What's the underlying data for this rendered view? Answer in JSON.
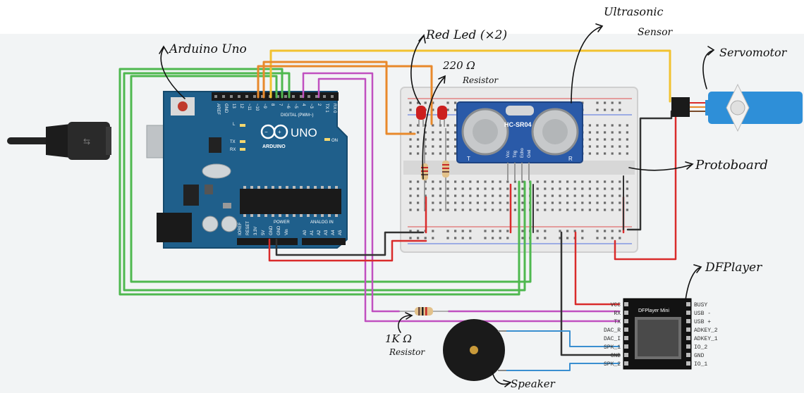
{
  "labels": {
    "arduino": "Arduino Uno",
    "red_led": "Red Led (×2)",
    "resistor_220_value": "220 Ω",
    "resistor_220_word": "Resistor",
    "ultrasonic_line1": "Ultrasonic",
    "ultrasonic_line2": "Sensor",
    "servomotor": "Servomotor",
    "protoboard": "Protoboard",
    "dfplayer": "DFPlayer",
    "resistor_1k_value": "1K Ω",
    "resistor_1k_word": "Resistor",
    "speaker": "Speaker"
  },
  "arduino_board": {
    "brand": "ARDUINO",
    "model": "UNO",
    "digital_header": "DIGITAL (PWM~)",
    "power_header": "POWER",
    "analog_header": "ANALOG IN",
    "tx": "TX",
    "rx": "RX",
    "on": "ON",
    "l": "L",
    "digital_pins": [
      "AREF",
      "GND",
      "13",
      "12",
      "~11",
      "~10",
      "~9",
      "8",
      "7",
      "~6",
      "~5",
      "4",
      "~3",
      "2",
      "TX 1",
      "RX 0"
    ],
    "power_pins": [
      "IOREF",
      "RESET",
      "3.3V",
      "5V",
      "GND",
      "GND",
      "Vin"
    ],
    "analog_pins": [
      "A0",
      "A1",
      "A2",
      "A3",
      "A4",
      "A5"
    ]
  },
  "ultrasonic_module": {
    "model": "HC-SR04",
    "left_mark": "T",
    "right_mark": "R",
    "pins": [
      "Vcc",
      "Trig",
      "Echo",
      "Gnd"
    ]
  },
  "dfplayer_module": {
    "title": "DFPlayer Mini",
    "left_pins": [
      "VCC",
      "RX",
      "TX",
      "DAC_R",
      "DAC_I",
      "SPK_1",
      "GND",
      "SPK_2"
    ],
    "right_pins": [
      "BUSY",
      "USB -",
      "USB +",
      "ADKEY_2",
      "ADKEY_1",
      "IO_2",
      "GND",
      "IO_1"
    ]
  },
  "colors": {
    "arduino_blue": "#1f5f8b",
    "wire_yellow": "#f2c230",
    "wire_orange": "#e8892b",
    "wire_green": "#4fb84f",
    "wire_purple": "#c050c0",
    "wire_red": "#d92b2b",
    "wire_black": "#333333",
    "wire_blue": "#3a8fd0",
    "breadboard": "#e9e9e9"
  }
}
